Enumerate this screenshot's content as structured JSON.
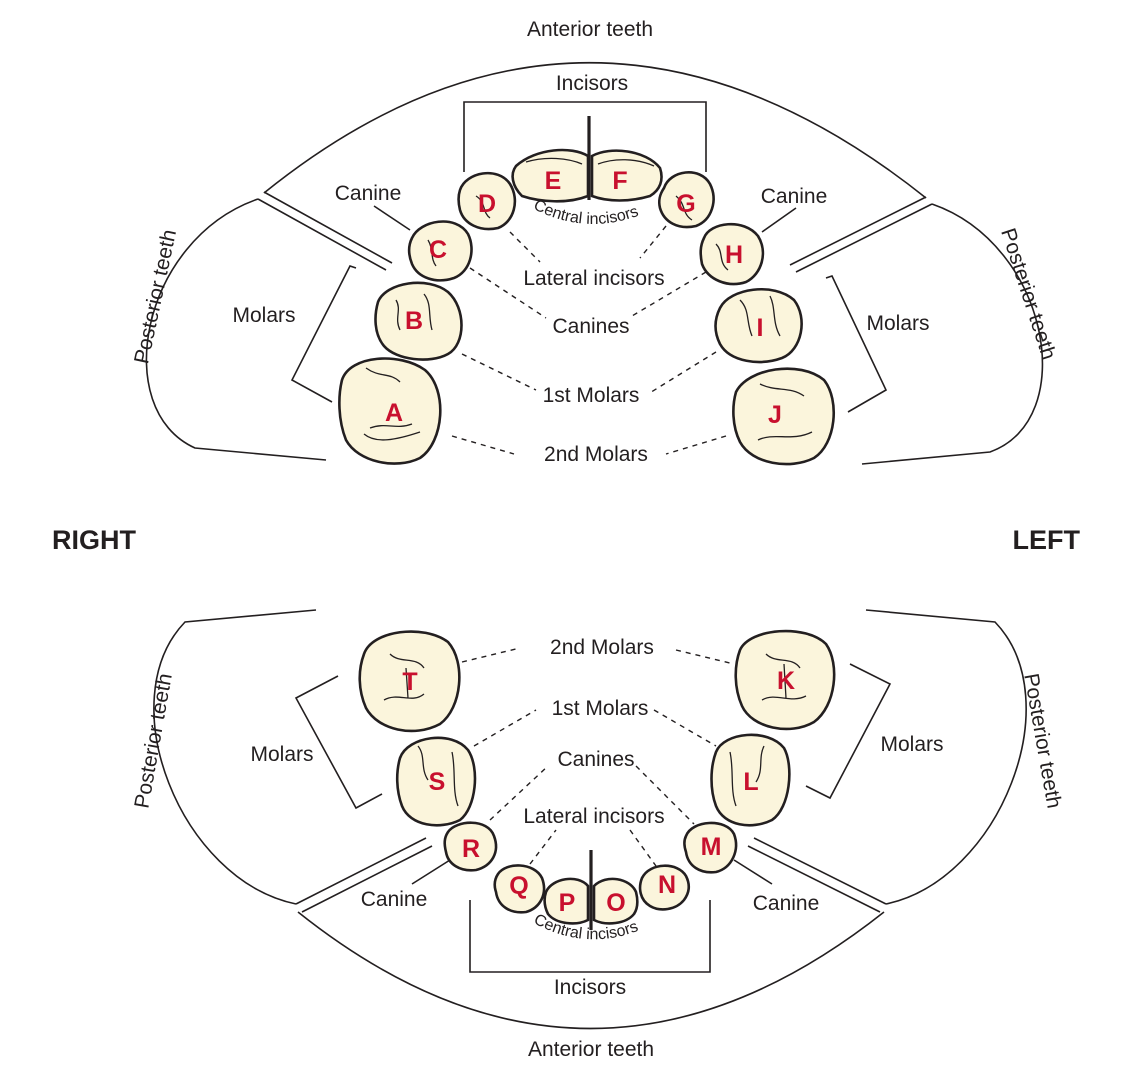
{
  "colors": {
    "tooth_fill": "#fbf5dc",
    "letter": "#c8102e",
    "line": "#231f20"
  },
  "sides": {
    "right": "RIGHT",
    "left": "LEFT"
  },
  "upper": {
    "anterior_teeth": "Anterior teeth",
    "posterior_teeth_right": "Posterior teeth",
    "posterior_teeth_left": "Posterior teeth",
    "incisors": "Incisors",
    "canine_right": "Canine",
    "canine_left": "Canine",
    "molars_right": "Molars",
    "molars_left": "Molars",
    "central_incisors": "Central incisors",
    "lateral_incisors": "Lateral incisors",
    "canines": "Canines",
    "first_molars": "1st Molars",
    "second_molars": "2nd Molars",
    "teeth": [
      "A",
      "B",
      "C",
      "D",
      "E",
      "F",
      "G",
      "H",
      "I",
      "J"
    ]
  },
  "lower": {
    "anterior_teeth": "Anterior teeth",
    "posterior_teeth_right": "Posterior teeth",
    "posterior_teeth_left": "Posterior teeth",
    "incisors": "Incisors",
    "canine_right": "Canine",
    "canine_left": "Canine",
    "molars_right": "Molars",
    "molars_left": "Molars",
    "central_incisors": "Central incisors",
    "lateral_incisors": "Lateral incisors",
    "canines": "Canines",
    "first_molars": "1st Molars",
    "second_molars": "2nd Molars",
    "teeth": [
      "K",
      "L",
      "M",
      "N",
      "O",
      "P",
      "Q",
      "R",
      "S",
      "T"
    ]
  }
}
